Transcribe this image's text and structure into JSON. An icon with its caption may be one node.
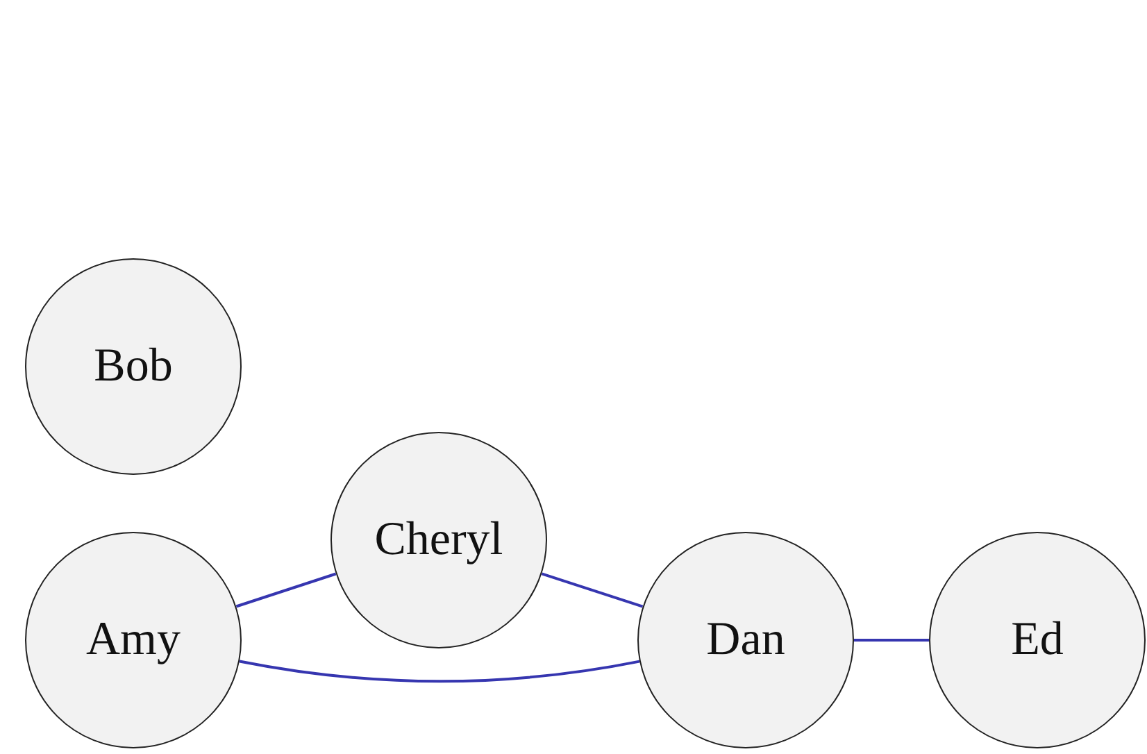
{
  "diagram": {
    "nodes": [
      {
        "text": [
          "Bob"
        ]
      },
      {
        "text": [
          "Cheryl"
        ]
      },
      {
        "text": [
          "Amy"
        ]
      },
      {
        "text": [
          "Dan"
        ]
      },
      {
        "text": [
          "Ed"
        ]
      }
    ],
    "edges": [
      {
        "from": 2,
        "to": 1,
        "arrow": "none"
      },
      {
        "from": 1,
        "to": 3,
        "arrow": "none"
      },
      {
        "from": 2,
        "to": 3,
        "arrow": "none"
      },
      {
        "from": 3,
        "to": 4,
        "arrow": "none"
      }
    ]
  }
}
